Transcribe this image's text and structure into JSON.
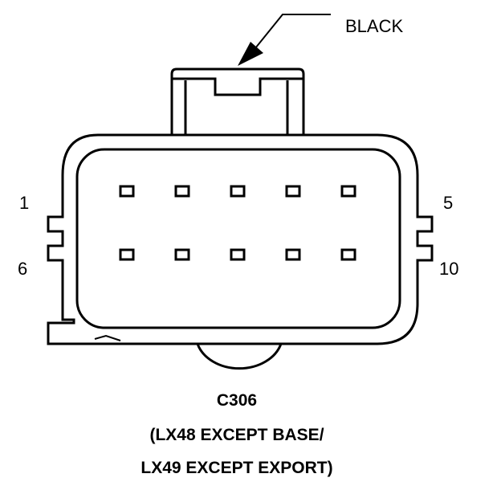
{
  "connector": {
    "color_label": "BLACK",
    "pin_labels": {
      "top_left": "1",
      "top_right": "5",
      "bottom_left": "6",
      "bottom_right": "10"
    },
    "pin_rows": 2,
    "pin_columns": 5
  },
  "caption": {
    "id": "C306",
    "line2": "(LX48 EXCEPT BASE/",
    "line3": "LX49 EXCEPT EXPORT)"
  },
  "colors": {
    "line": "#000000",
    "background": "#ffffff"
  }
}
